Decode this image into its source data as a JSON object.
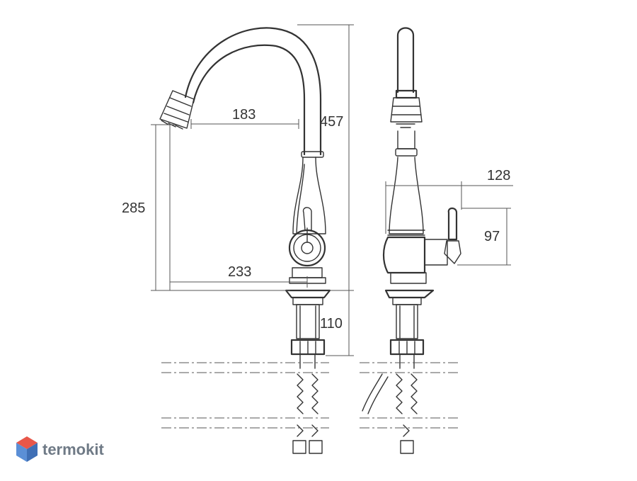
{
  "dimensions": {
    "spout_reach": "183",
    "total_height": "457",
    "spout_height": "285",
    "base_to_spout": "233",
    "handle_offset": "128",
    "handle_height": "97",
    "shank_length": "110"
  },
  "brand": {
    "name": "termokit",
    "colors": {
      "text": "#6f7a86",
      "logo_top": "#e8574a",
      "logo_left": "#5b8fd6",
      "logo_right": "#3f6fb5"
    }
  },
  "line_color": "#333333"
}
